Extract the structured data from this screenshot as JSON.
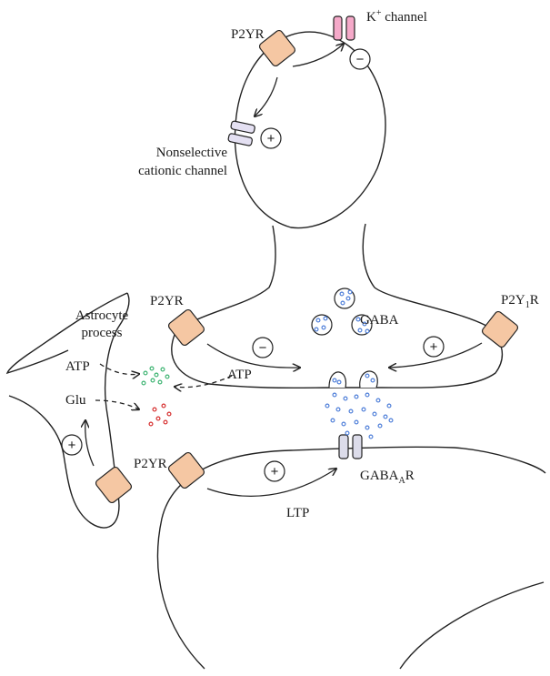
{
  "labels": {
    "p2yr_top": "P2YR",
    "k_channel_prefix": "K",
    "k_channel_sup": "+",
    "k_channel_suffix": " channel",
    "nonselective_line1": "Nonselective",
    "nonselective_line2": "cationic channel",
    "p2yr_mid": "P2YR",
    "gaba": "GABA",
    "p2y1r_prefix": "P2Y",
    "p2y1r_sub": "1",
    "p2y1r_suffix": "R",
    "astrocyte_line1": "Astrocyte",
    "astrocyte_line2": "process",
    "atp_left": "ATP",
    "atp_right": "ATP",
    "glu": "Glu",
    "p2yr_bottom": "P2YR",
    "gabaar_prefix": "GABA",
    "gabaar_sub": "A",
    "gabaar_suffix": "R",
    "ltp": "LTP"
  },
  "signs": {
    "minus": "−",
    "plus": "+"
  },
  "colors": {
    "receptor_fill": "#f5c7a3",
    "k_channel_fill": "#f5a9c9",
    "cation_channel_fill": "#e4e0f2",
    "gaba_receptor_fill": "#dcdcea",
    "gaba_dot": "#4f7fd9",
    "atp_dot": "#3cb371",
    "glu_dot": "#d62f2f",
    "line": "#222222"
  }
}
